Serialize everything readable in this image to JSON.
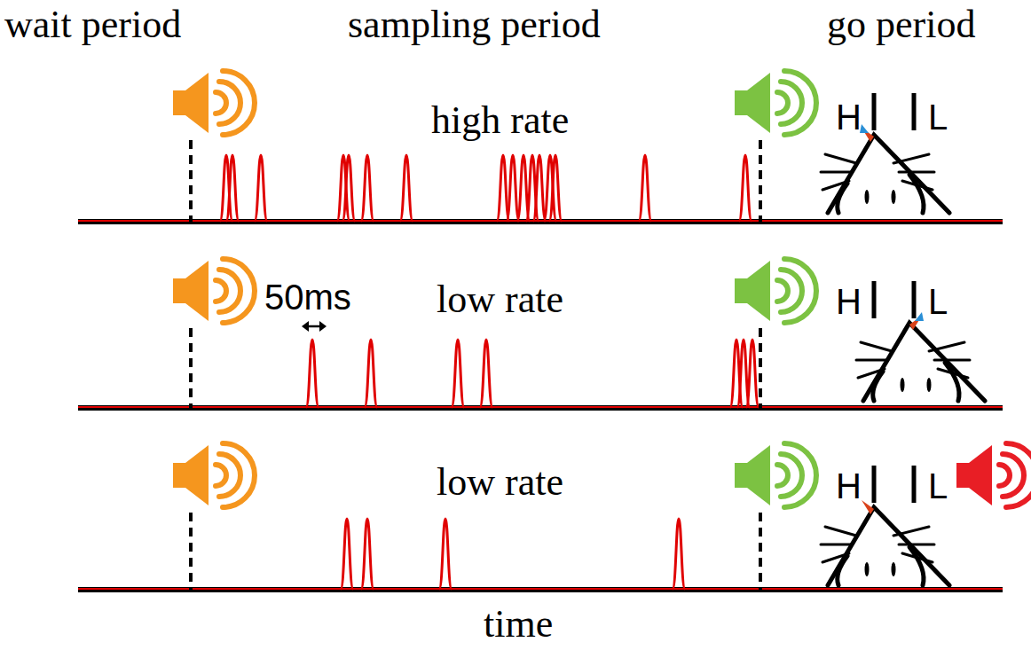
{
  "diagram": {
    "labels": [
      "wait period",
      "sampling period",
      "go period",
      "high rate",
      "H",
      "L",
      "50ms",
      "low rate",
      "H",
      "L",
      "low rate",
      "H",
      "L",
      "time"
    ]
  }
}
